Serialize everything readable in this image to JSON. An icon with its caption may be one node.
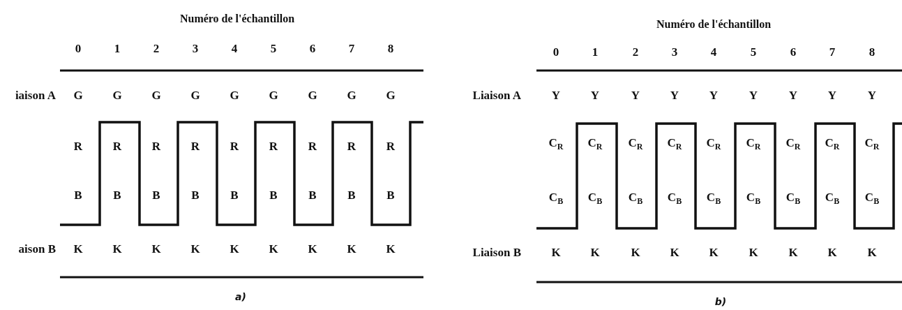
{
  "diagram": {
    "labels": [
      "Numéro de l'échantillon",
      "0",
      "1",
      "2",
      "3",
      "4",
      "5",
      "6",
      "7",
      "8",
      "iaison A",
      "G",
      "G",
      "G",
      "G",
      "G",
      "G",
      "G",
      "G",
      "G",
      "R",
      "R",
      "R",
      "R",
      "R",
      "R",
      "R",
      "R",
      "R",
      "B",
      "B",
      "B",
      "B",
      "B",
      "B",
      "B",
      "B",
      "B",
      "aison B",
      "K",
      "K",
      "K",
      "K",
      "K",
      "K",
      "K",
      "K",
      "K",
      "a)",
      "Numéro de l'échantillon",
      "0",
      "1",
      "2",
      "3",
      "4",
      "5",
      "6",
      "7",
      "8",
      "Liaison A",
      "Y",
      "Y",
      "Y",
      "Y",
      "Y",
      "Y",
      "Y",
      "Y",
      "Y",
      "C$_{R}$",
      "C$_{R}$",
      "C$_{R}$",
      "C$_{R}$",
      "C$_{R}$",
      "C$_{R}$",
      "C$_{R}$",
      "C$_{R}$",
      "C$_{R}$",
      "C$_{B}$",
      "C$_{B}$",
      "C$_{B}$",
      "C$_{B}$",
      "C$_{B}$",
      "C$_{B}$",
      "C$_{B}$",
      "C$_{B}$",
      "C$_{B}$",
      "Liaison B",
      "K",
      "K",
      "K",
      "K",
      "K",
      "K",
      "K",
      "K",
      "K",
      "b)"
    ]
  }
}
